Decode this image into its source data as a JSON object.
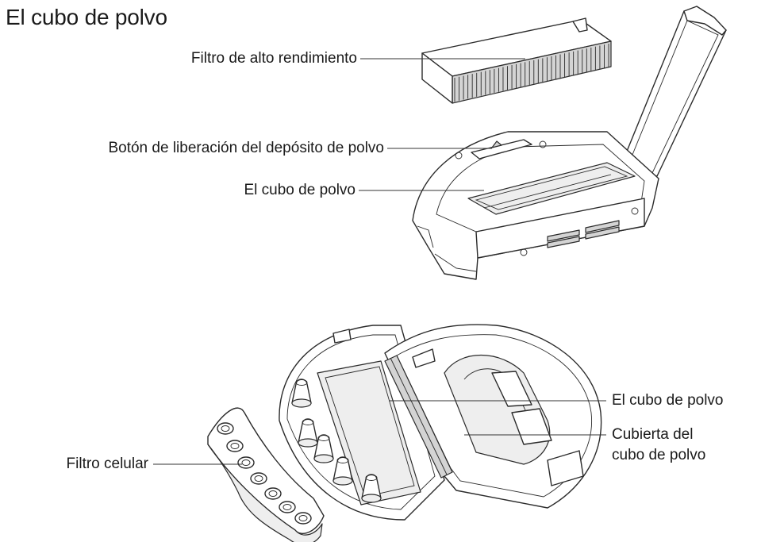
{
  "title": "El cubo de polvo",
  "labels": {
    "filter_high_performance": "Filtro de alto rendimiento",
    "release_button": "Botón de liberación del depósito de polvo",
    "dust_bin_top": "El cubo de polvo",
    "dust_bin_bottom": "El cubo de polvo",
    "cell_filter": "Filtro celular",
    "cover_line1": "Cubierta del",
    "cover_line2": "cubo de polvo"
  }
}
